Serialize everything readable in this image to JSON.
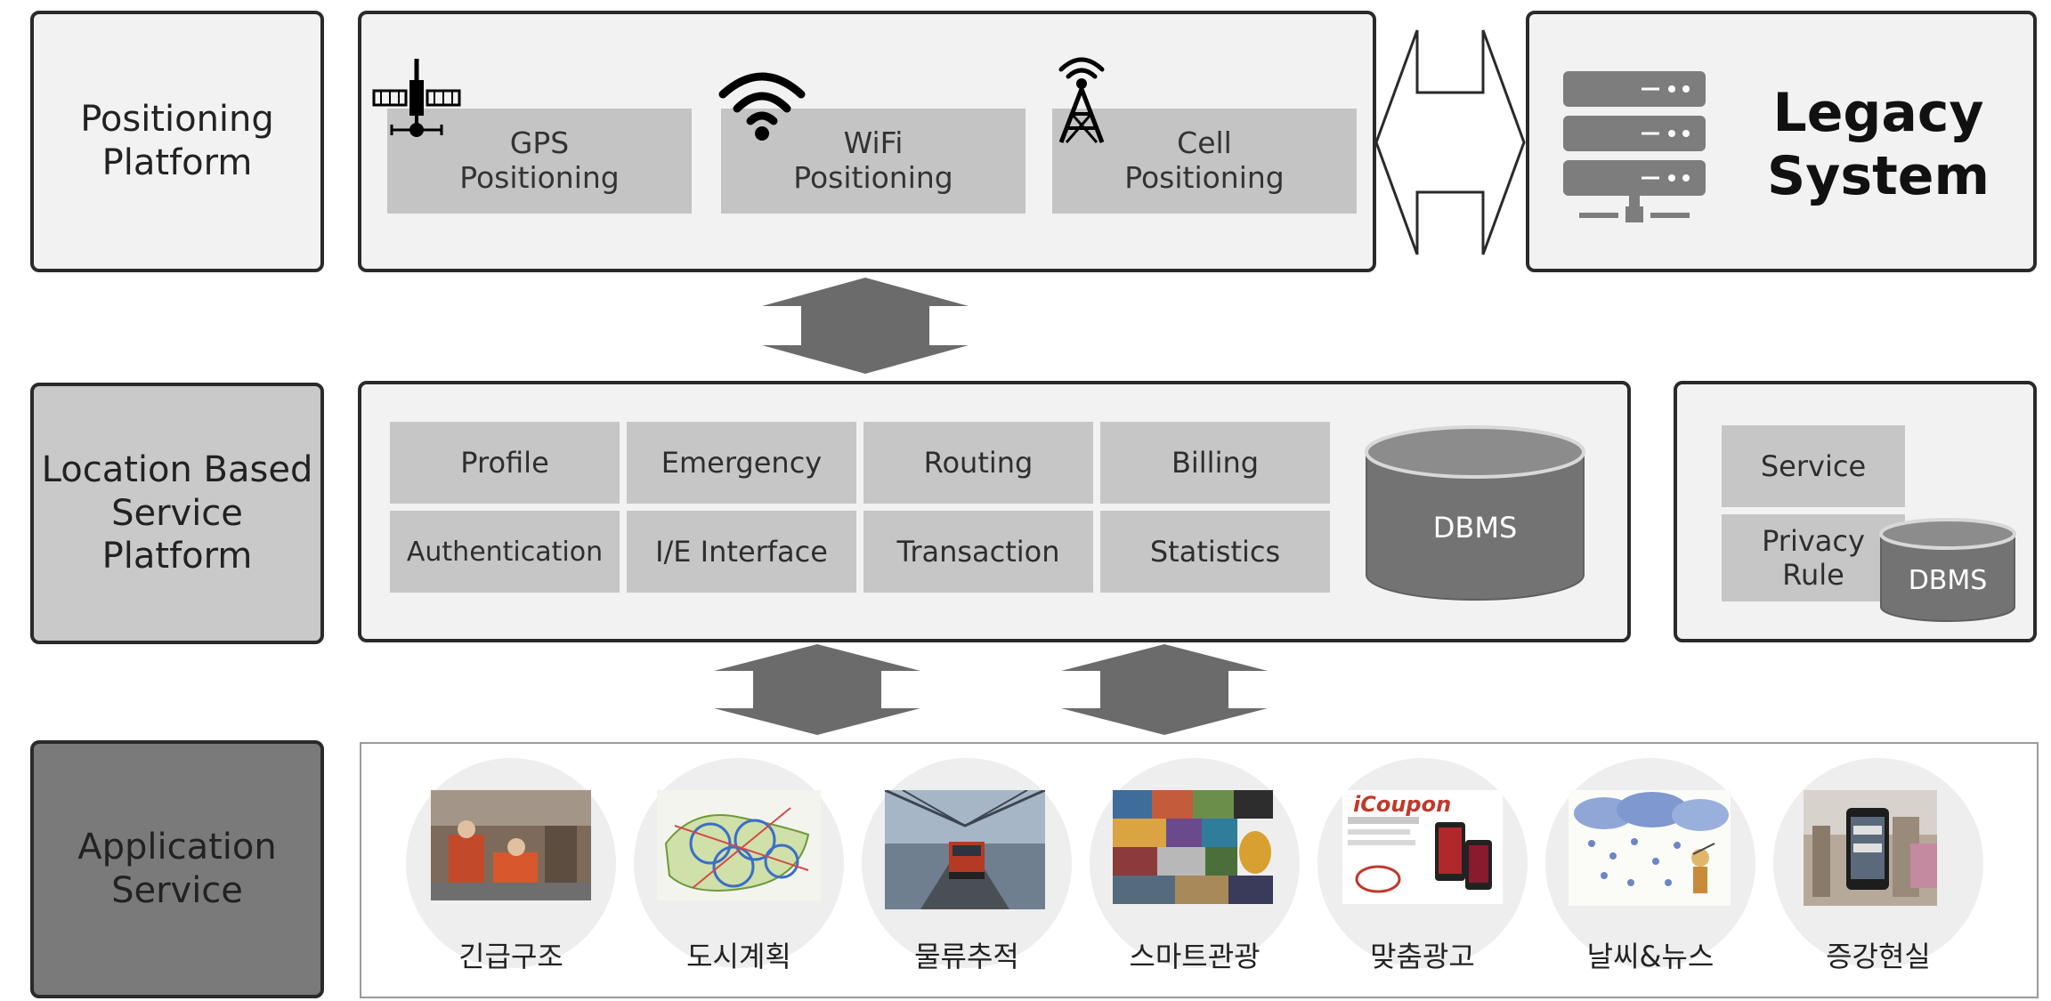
{
  "rows": {
    "positioning": {
      "label": "Positioning\nPlatform",
      "color": "#f2f2f2"
    },
    "lbs": {
      "label": "Location Based\nService Platform",
      "color": "#c9c9c9"
    },
    "app": {
      "label": "Application\nService",
      "color": "#7a7a7a"
    }
  },
  "positioning_methods": [
    {
      "label": "GPS\nPositioning",
      "icon": "satellite-icon"
    },
    {
      "label": "WiFi\nPositioning",
      "icon": "wifi-icon"
    },
    {
      "label": "Cell\nPositioning",
      "icon": "cell-tower-icon"
    }
  ],
  "legacy": {
    "title": "Legacy\nSystem",
    "icon": "server-icon"
  },
  "lbs_modules": [
    [
      "Profile",
      "Emergency",
      "Routing",
      "Billing"
    ],
    [
      "Authentication",
      "I/E Interface",
      "Transaction",
      "Statistics"
    ]
  ],
  "lbs_dbms": "DBMS",
  "privacy": {
    "service": "Service",
    "rule": "Privacy\nRule",
    "dbms": "DBMS"
  },
  "applications": [
    {
      "caption": "긴급구조",
      "icon": "rescue-photo"
    },
    {
      "caption": "도시계획",
      "icon": "city-map-photo"
    },
    {
      "caption": "물류추적",
      "icon": "truck-photo"
    },
    {
      "caption": "스마트관광",
      "icon": "tourism-collage-photo"
    },
    {
      "caption": "맞춤광고",
      "icon": "coupon-ad-photo",
      "badge": "iCoupon"
    },
    {
      "caption": "날씨&뉴스",
      "icon": "weather-illustration"
    },
    {
      "caption": "증강현실",
      "icon": "ar-phone-photo"
    }
  ],
  "colors": {
    "cell_gray": "#c6c6c6",
    "panel_gray": "#f2f2f2",
    "arrow_gray": "#6b6b6b",
    "db_gray": "#737373"
  }
}
